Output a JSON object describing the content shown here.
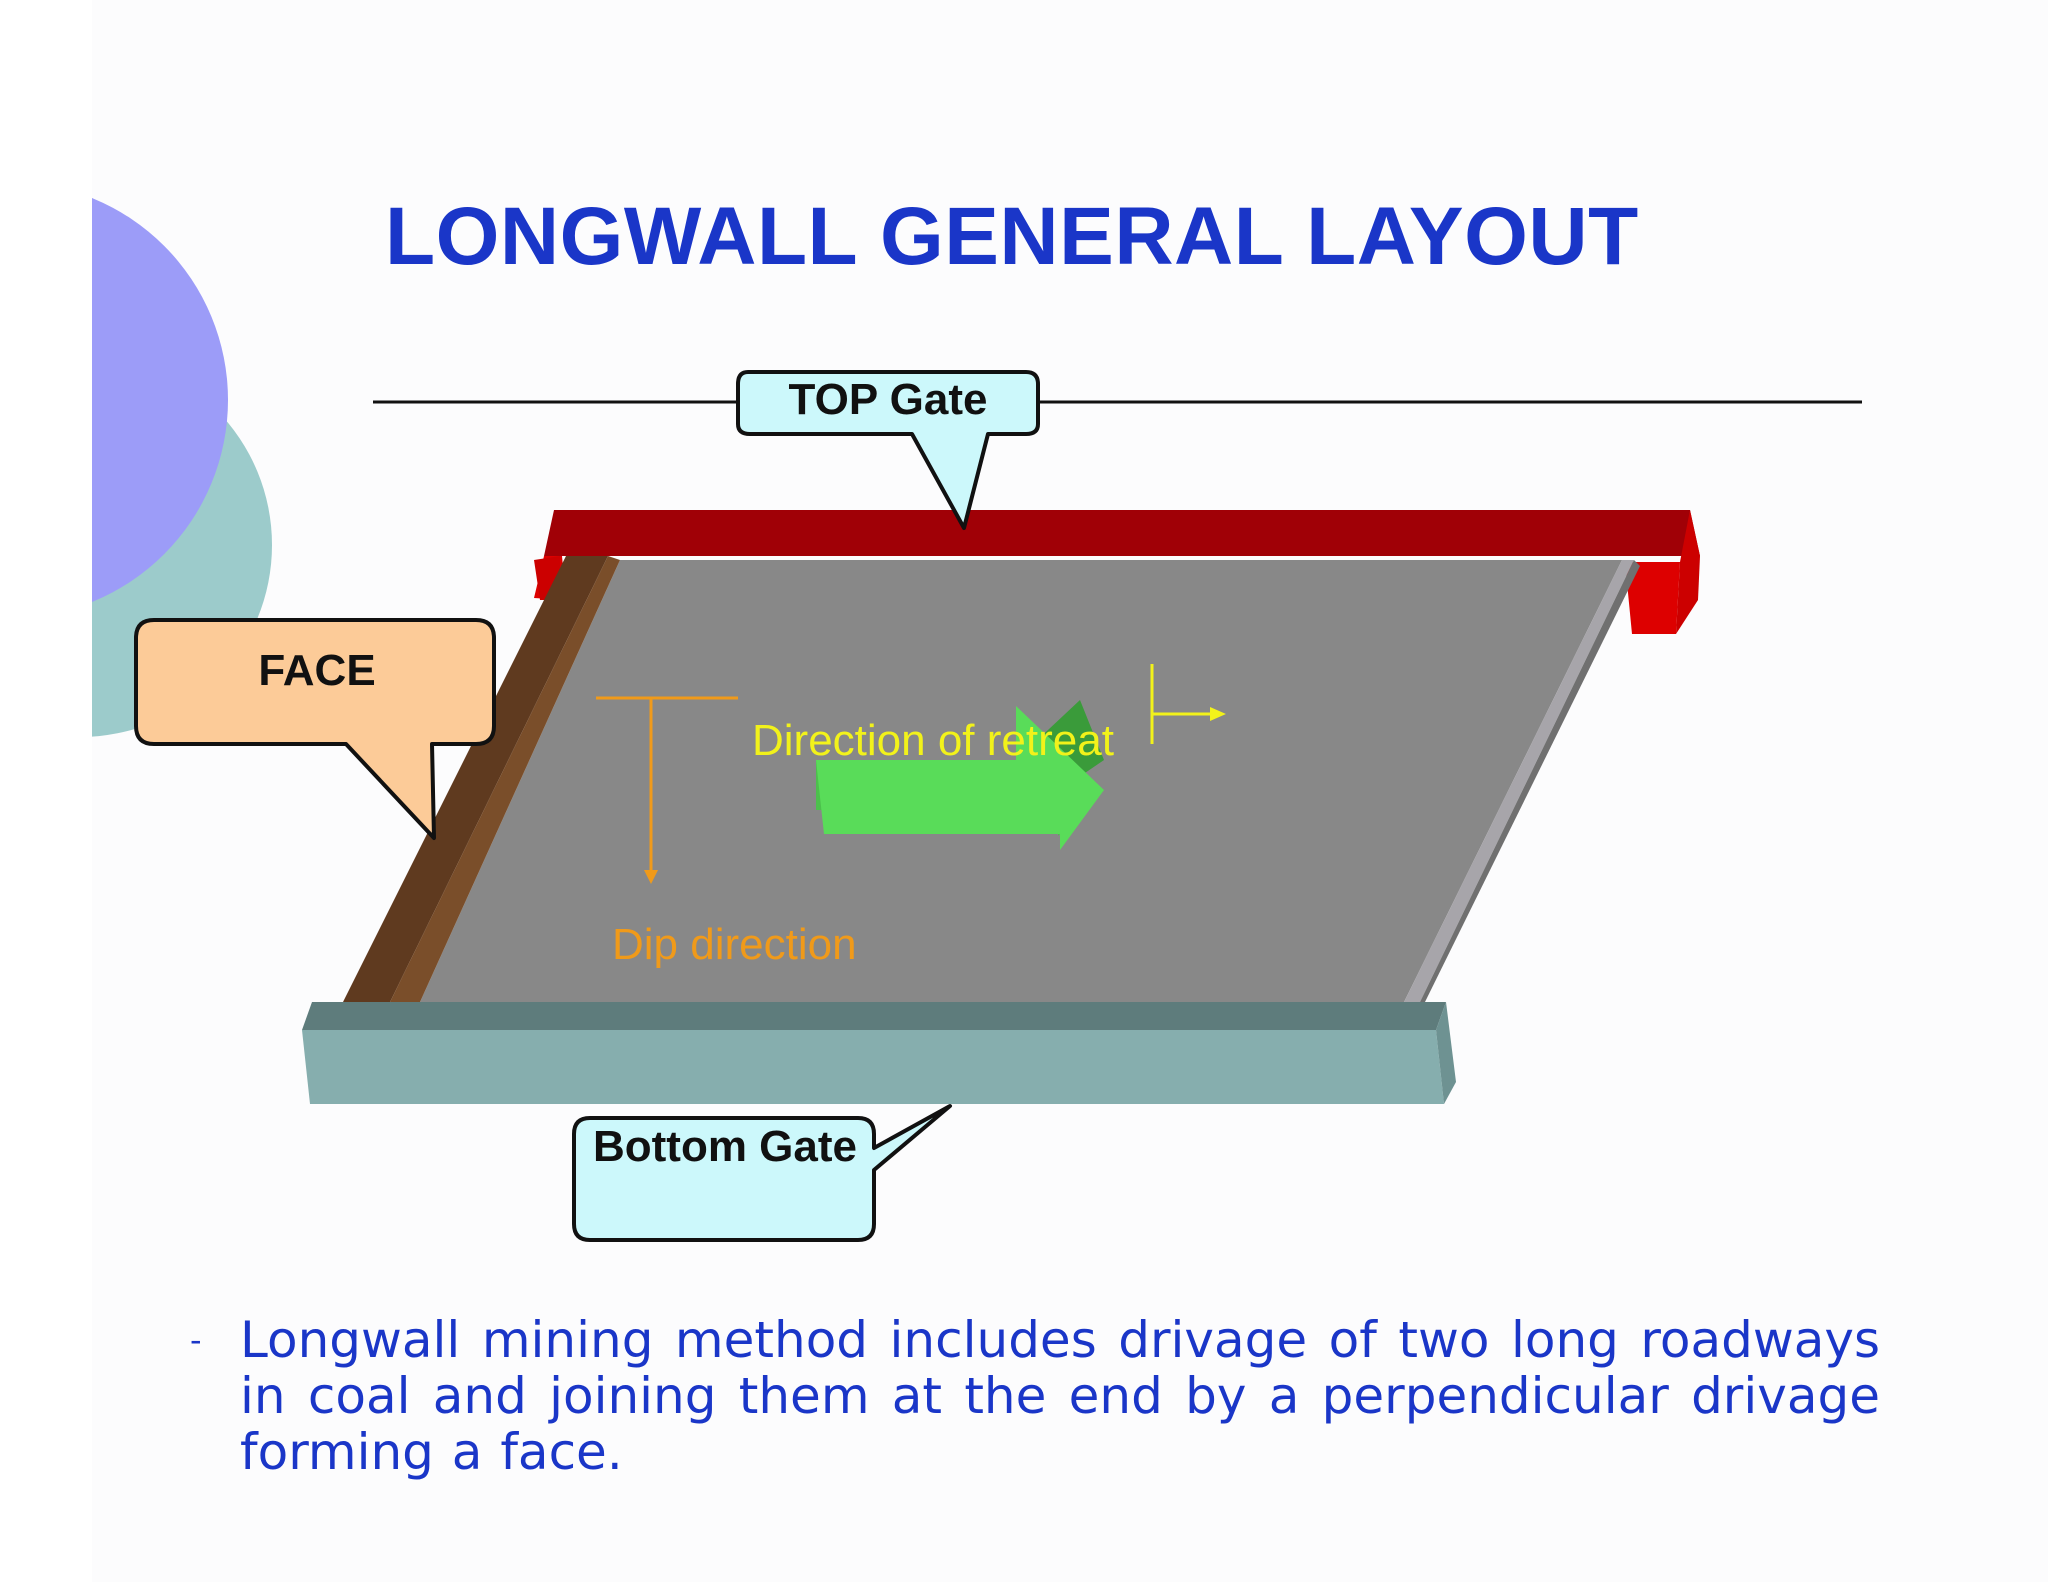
{
  "slide": {
    "title": "LONGWALL GENERAL LAYOUT"
  },
  "callouts": {
    "top_gate": "TOP Gate",
    "face": "FACE",
    "bottom_gate": "Bottom Gate"
  },
  "diagram_labels": {
    "retreat": "Direction of retreat",
    "dip": "Dip direction"
  },
  "bullet": {
    "marker": "-",
    "text": "Longwall mining method includes drivage of two long roadways in coal and joining them at the end by a perpendicular drivage forming a face."
  },
  "colors": {
    "title": "#1a36c8",
    "top_gate_road": "#a00006",
    "bottom_gate_road": "#86aeae",
    "face_wall": "#6b4424",
    "coal_panel": "#888888",
    "retreat_arrow": "#59dc59",
    "retreat_text": "#f2f21a",
    "dip_arrow": "#f09a1a",
    "callout_gate_fill": "#ccf8fb",
    "callout_face_fill": "#fccb98",
    "decor_purple": "#9c9cf8",
    "decor_teal": "#9ccbcb"
  }
}
